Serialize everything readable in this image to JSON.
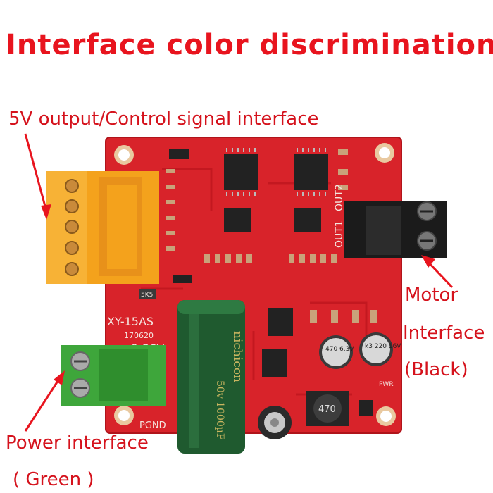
{
  "title": "Interface color discrimination",
  "labels": {
    "five_volt": "5V output/Control signal interface",
    "motor_line1": "Motor",
    "motor_line2": "Interface",
    "motor_line3": "(Black)",
    "power_line1": "Power interface",
    "power_line2": "( Green )"
  },
  "board": {
    "model": "XY-15AS",
    "date": "170620",
    "voltage": "9-36V",
    "pgnd": "PGND",
    "out1": "OUT1",
    "out2": "OUT2",
    "pwr": "PWR",
    "cap_main_brand": "nichicon",
    "cap_main_value": "50v 1000µF",
    "cap_small_1": "470 6.3V",
    "cap_small_2": "k3 220 16V",
    "inductor": "470",
    "fuse": "5K5"
  },
  "colors": {
    "accent_red": "#e8141e",
    "pcb_red": "#d8232a",
    "orange_connector": "#f4a21c",
    "green_connector": "#3ea63b",
    "black_connector": "#1b1b1b",
    "capacitor_green": "#1f5a2f"
  }
}
